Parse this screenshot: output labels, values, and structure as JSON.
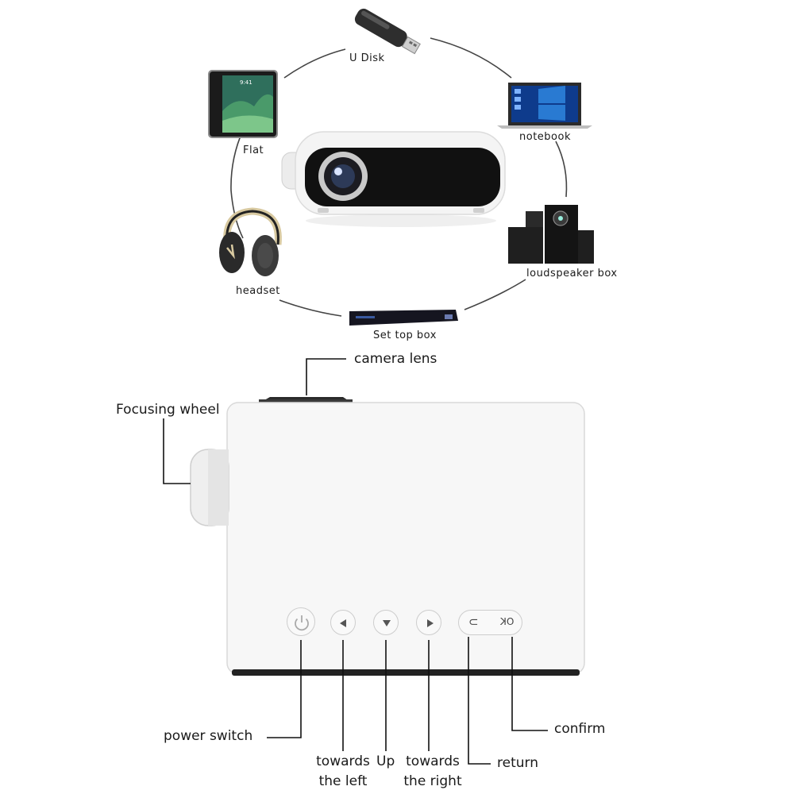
{
  "devices": {
    "u_disk": "U Disk",
    "notebook": "notebook",
    "flat": "Flat",
    "loudspeaker_box": "loudspeaker box",
    "headset": "headset",
    "set_top_box": "Set top box",
    "tablet_time": "9:41"
  },
  "callouts": {
    "camera_lens": "camera lens",
    "focusing_wheel": "Focusing wheel",
    "power_switch": "power switch",
    "towards_left_1": "towards",
    "towards_left_2": "the left",
    "up": "Up",
    "towards_right_1": "towards",
    "towards_right_2": "the right",
    "return": "return",
    "confirm": "confirm"
  },
  "buttons": {
    "return_symbol": "⊂",
    "ok_symbol": "OK"
  },
  "icons": [
    "usb-drive-icon",
    "laptop-icon",
    "tablet-icon",
    "speaker-icon",
    "headphones-icon",
    "set-top-box-icon",
    "power-icon",
    "left-arrow-icon",
    "down-arrow-icon",
    "right-arrow-icon"
  ],
  "colors": {
    "body_white": "#f7f7f7",
    "outline": "#d4d4d4",
    "dark": "#222222"
  }
}
